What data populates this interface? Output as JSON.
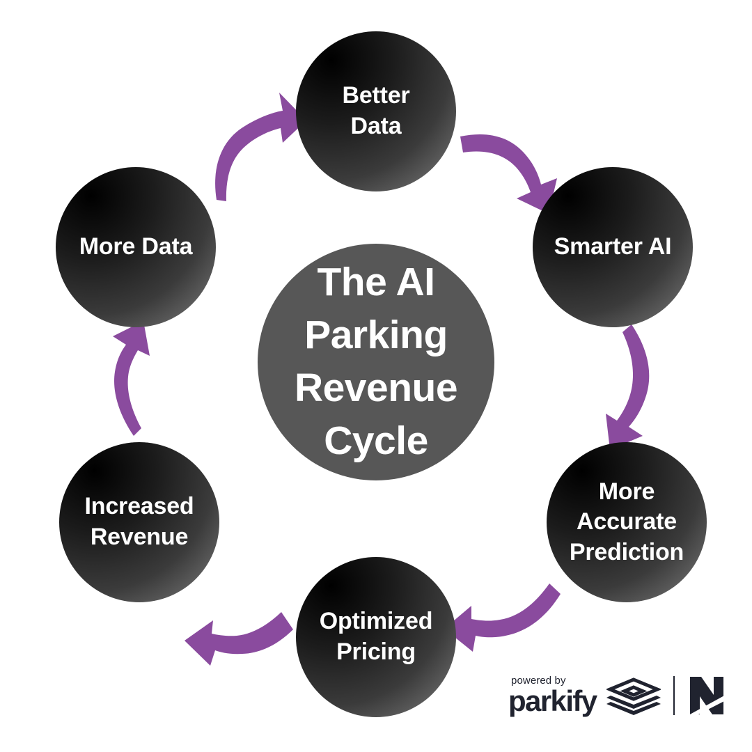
{
  "diagram": {
    "type": "cycle",
    "background_color": "#ffffff",
    "hub": {
      "label": "The AI\nParking\nRevenue\nCycle",
      "fill_color": "#575757",
      "text_color": "#ffffff"
    },
    "arrow_color": "#8a4b9e",
    "node_fill_dark": "#111111",
    "node_fill_light": "#6e6e6e",
    "nodes": [
      {
        "id": "better-data",
        "label": "Better\nData",
        "position": "top"
      },
      {
        "id": "smarter-ai",
        "label": "Smarter AI",
        "position": "upper-right"
      },
      {
        "id": "more-accurate-prediction",
        "label": "More\nAccurate\nPrediction",
        "position": "lower-right"
      },
      {
        "id": "optimized-pricing",
        "label": "Optimized\nPricing",
        "position": "bottom"
      },
      {
        "id": "increased-revenue",
        "label": "Increased\nRevenue",
        "position": "lower-left"
      },
      {
        "id": "more-data",
        "label": "More Data",
        "position": "upper-left"
      }
    ],
    "flow": [
      {
        "from": "more-data",
        "to": "better-data"
      },
      {
        "from": "better-data",
        "to": "smarter-ai"
      },
      {
        "from": "smarter-ai",
        "to": "more-accurate-prediction"
      },
      {
        "from": "more-accurate-prediction",
        "to": "optimized-pricing"
      },
      {
        "from": "optimized-pricing",
        "to": "increased-revenue"
      },
      {
        "from": "increased-revenue",
        "to": "more-data"
      }
    ]
  },
  "footer": {
    "powered_by": "powered by",
    "brand": "parkify",
    "brand_color": "#20232f",
    "layers_icon": "layered-diamond-icon",
    "monogram": "N"
  }
}
